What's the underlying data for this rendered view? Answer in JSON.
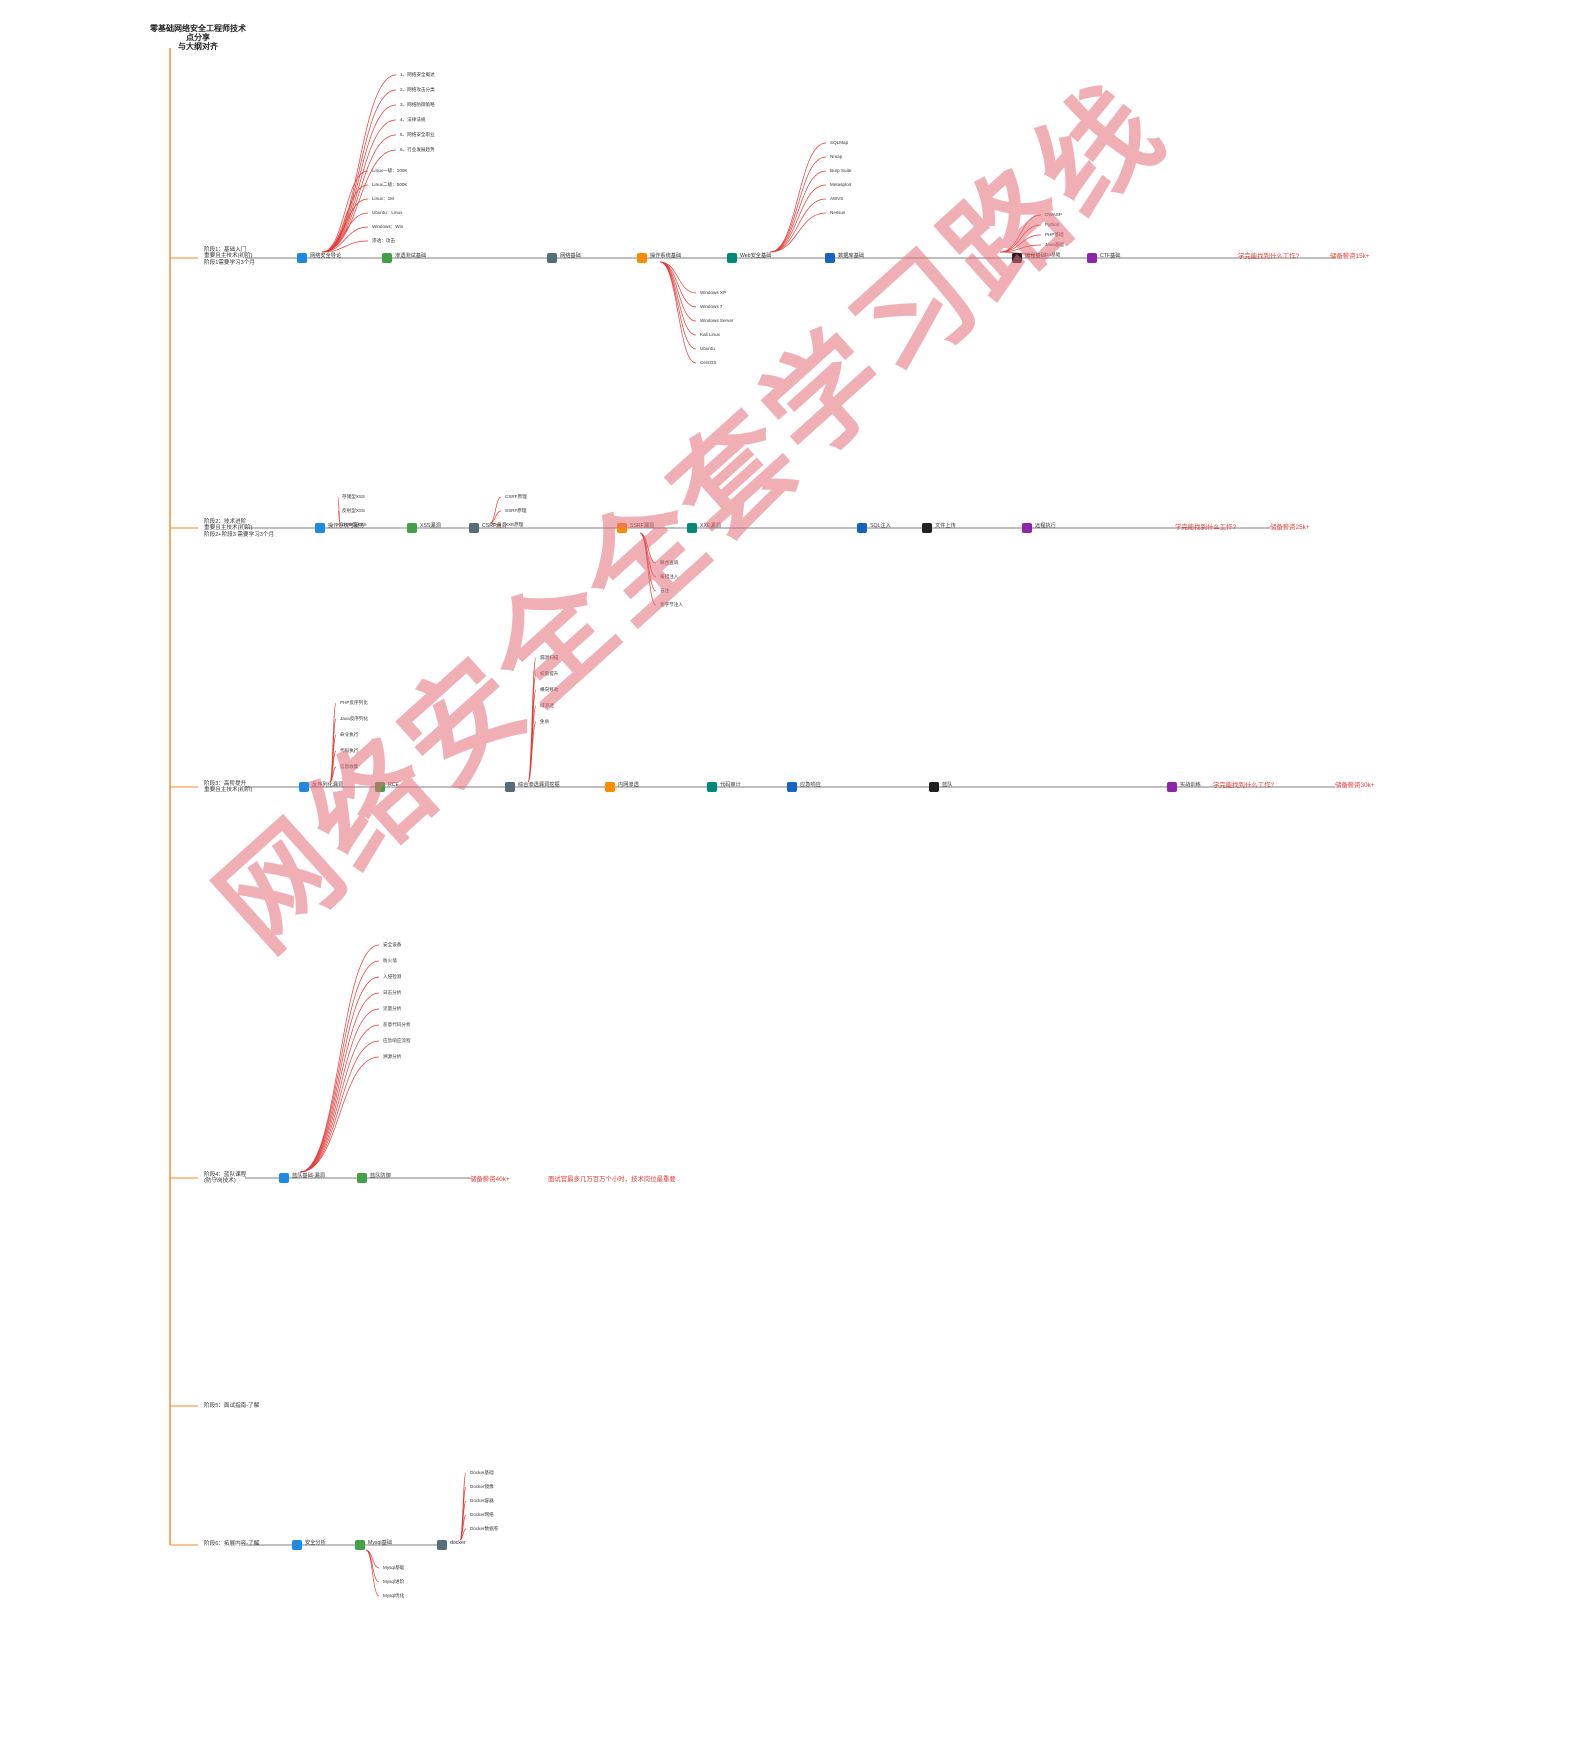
{
  "title": "零基础网络安全工程师技术点分享\n与大纲对齐",
  "stages": [
    {
      "label": "阶段1：基础入门\n重要且主技术(初阶)\n阶段1需要学习3个月"
    },
    {
      "label": "阶段2：技术进阶\n重要且主技术(初阶)\n阶段2+阶段3 需要学习3个月"
    },
    {
      "label": "阶段3：高阶提升\n重要且主技术(初阶)"
    },
    {
      "label": "阶段4：蓝队课程\n(防守岗技术)"
    },
    {
      "label": "阶段5：面试指南-了解"
    },
    {
      "label": "阶段6：拓展内容-了解"
    }
  ],
  "hubs": {
    "row1": [
      "网络安全导论",
      "渗透测试基础",
      "网络基础",
      "操作系统基础",
      "Web安全基础",
      "数据库基础",
      "编程基础",
      "CTF基础"
    ],
    "row2": [
      "操作系统与服务",
      "XSS漏洞",
      "CSRF漏洞",
      "SSRF漏洞",
      "XXE漏洞",
      "SQL注入",
      "文件上传",
      "远程执行"
    ],
    "row3": [
      "反序列化漏洞",
      "RCE",
      "综合渗透漏洞挖掘",
      "内网渗透",
      "代码审计",
      "应急响应",
      "蓝队",
      "实战训练"
    ],
    "row4": [
      "蓝队基础-漏洞",
      "蓝队防御"
    ],
    "row6": [
      "安全分析",
      "Mysql基础",
      "docker"
    ]
  },
  "results": {
    "r1_q": "学完能找到什么工作?",
    "r1_salary": "储备薪资15k+",
    "r2_q": "学完能找到什么工作?",
    "r2_salary": "储备薪资25k+",
    "r3_q": "学完能找到什么工作?",
    "r3_salary": "储备薪资30k+",
    "r4_salary": "储备薪资40k+",
    "r4_note": "面试官最多几万百万个小时，技术岗位最重要"
  },
  "leaves": {
    "l1": [
      "1、网络安全概述",
      "2、网络攻击分类",
      "3、网络防御策略",
      "4、法律法规",
      "5、网络安全职业",
      "6、行业发展趋势",
      "Linux一级：100K",
      "Linux二级：500K",
      "Linux：1M",
      "Ubuntu：Linux",
      "Windows：Win",
      "渗透：攻击"
    ],
    "l2": [
      "SQLMap",
      "Nmap",
      "Burp Suite",
      "Metasploit",
      "AWVS",
      "Nessus",
      "OWASP",
      "Python",
      "PHP基础",
      "Java基础",
      "Go基础"
    ],
    "l3": [
      "Windows XP",
      "Windows 7",
      "Windows Server",
      "Kali Linux",
      "Ubuntu",
      "CentOS"
    ],
    "l4": [
      "存储型XSS",
      "反射型XSS",
      "DOM型XSS",
      "CSRF原理",
      "SSRF原理",
      "XXE原理",
      "联合查询",
      "报错注入",
      "盲注",
      "宽字节注入"
    ],
    "l5": [
      "PHP反序列化",
      "Java反序列化",
      "命令执行",
      "代码执行",
      "信息收集",
      "漏洞扫描",
      "权限提升",
      "横向移动",
      "域渗透",
      "免杀"
    ],
    "l6": [
      "安全设备",
      "防火墙",
      "入侵检测",
      "日志分析",
      "流量分析",
      "恶意代码分析",
      "应急响应流程",
      "溯源分析"
    ],
    "l7": [
      "Mysql基础",
      "Mysql进阶",
      "Mysql优化",
      "Docker基础",
      "Docker镜像",
      "Docker容器",
      "Docker网络",
      "Docker数据卷"
    ]
  },
  "watermark": "网络安全全套学习路线",
  "colors": {
    "trunk": "#f08a24",
    "branch": "#e53935",
    "leaf": "#555555",
    "watermark": "#e06e78"
  }
}
